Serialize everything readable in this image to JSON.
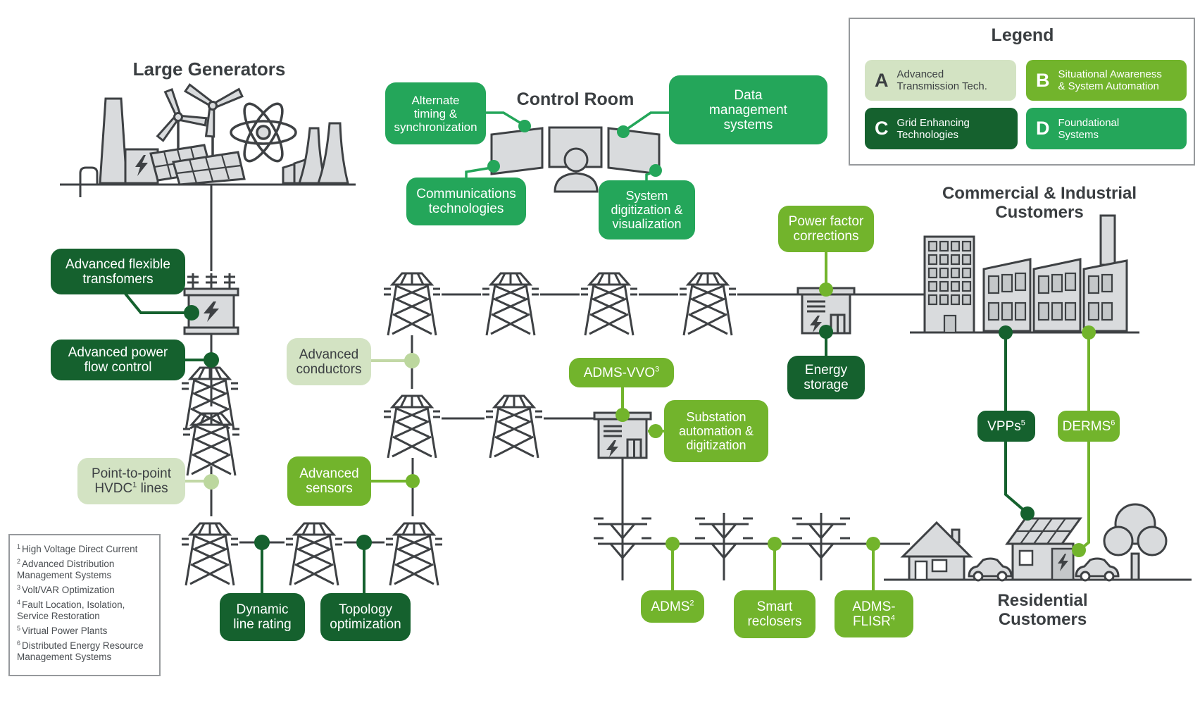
{
  "palette": {
    "dark_green": "#15612e",
    "emerald_green": "#24a65a",
    "lime_green": "#72b42c",
    "light_green": "#d3e3c3",
    "light_dot": "#bcd79e",
    "icon_gray": "#d9dbdd",
    "icon_stroke": "#3e4144",
    "title_text": "#3a3e41"
  },
  "titles": {
    "large_generators": "Large Generators",
    "control_room": "Control Room",
    "commercial_line1": "Commercial & Industrial",
    "commercial_line2": "Customers",
    "residential_line1": "Residential",
    "residential_line2": "Customers"
  },
  "legend": {
    "title": "Legend",
    "items": [
      {
        "letter": "A",
        "lines": [
          "Advanced",
          "Transmission Tech."
        ],
        "style": "light"
      },
      {
        "letter": "B",
        "lines": [
          "Situational Awareness",
          "& System Automation"
        ],
        "style": "lime"
      },
      {
        "letter": "C",
        "lines": [
          "Grid Enhancing",
          "Technologies"
        ],
        "style": "dark"
      },
      {
        "letter": "D",
        "lines": [
          "Foundational",
          "Systems"
        ],
        "style": "emerald"
      }
    ]
  },
  "boxes": {
    "alt_timing": {
      "lines": [
        "Alternate",
        "timing &",
        "synchronization"
      ]
    },
    "data_mgmt": {
      "lines": [
        "Data",
        "management",
        "systems"
      ]
    },
    "comms_tech": {
      "lines": [
        "Communications",
        "technologies"
      ]
    },
    "sys_digit": {
      "lines": [
        "System",
        "digitization &",
        "visualization"
      ]
    },
    "power_factor": {
      "lines": [
        "Power factor",
        "corrections"
      ]
    },
    "energy_storage": {
      "lines": [
        "Energy",
        "storage"
      ]
    },
    "adv_flex_transformers": {
      "lines": [
        "Advanced flexible",
        "transfomers"
      ]
    },
    "adv_power_flow": {
      "lines": [
        "Advanced power",
        "flow control"
      ]
    },
    "p2p_hvdc": {
      "lines": [
        "Point-to-point"
      ],
      "line2_pre": "HVDC",
      "line2_sup": "1",
      "line2_post": " lines"
    },
    "adv_conductors": {
      "lines": [
        "Advanced",
        "conductors"
      ]
    },
    "adv_sensors": {
      "lines": [
        "Advanced",
        "sensors"
      ]
    },
    "adms_vvo": {
      "pre": "ADMS-VVO",
      "sup": "3"
    },
    "substation_auto": {
      "lines": [
        "Substation",
        "automation &",
        "digitization"
      ]
    },
    "dynamic_line_rating": {
      "lines": [
        "Dynamic",
        "line rating"
      ]
    },
    "topology_opt": {
      "lines": [
        "Topology",
        "optimization"
      ]
    },
    "adms": {
      "pre": "ADMS",
      "sup": "2"
    },
    "smart_reclosers": {
      "lines": [
        "Smart",
        "reclosers"
      ]
    },
    "adms_flisr": {
      "lines": [
        "ADMS-"
      ],
      "line2_pre": "FLISR",
      "line2_sup": "4"
    },
    "vpps": {
      "pre": "VPPs",
      "sup": "5"
    },
    "derms": {
      "pre": "DERMS",
      "sup": "6"
    }
  },
  "footnotes": [
    {
      "sup": "1",
      "text": "High Voltage Direct Current"
    },
    {
      "sup": "2",
      "text": "Advanced Distribution Management Systems"
    },
    {
      "sup": "3",
      "text": "Volt/VAR Optimization"
    },
    {
      "sup": "4",
      "text": "Fault Location, Isolation, Service Restoration"
    },
    {
      "sup": "5",
      "text": "Virtual Power Plants"
    },
    {
      "sup": "6",
      "text": "Distributed Energy Resource Management Systems"
    }
  ],
  "icons": [
    "power-plant-icon",
    "wind-turbine-icon",
    "solar-panel-icon",
    "atom-icon",
    "cooling-tower-icon",
    "transformer-icon",
    "transmission-tower-icon",
    "control-room-operator-icon",
    "monitor-icon",
    "substation-icon",
    "distribution-pole-icon",
    "office-building-icon",
    "factory-icon",
    "house-icon",
    "solar-house-icon",
    "car-icon",
    "tree-icon"
  ]
}
